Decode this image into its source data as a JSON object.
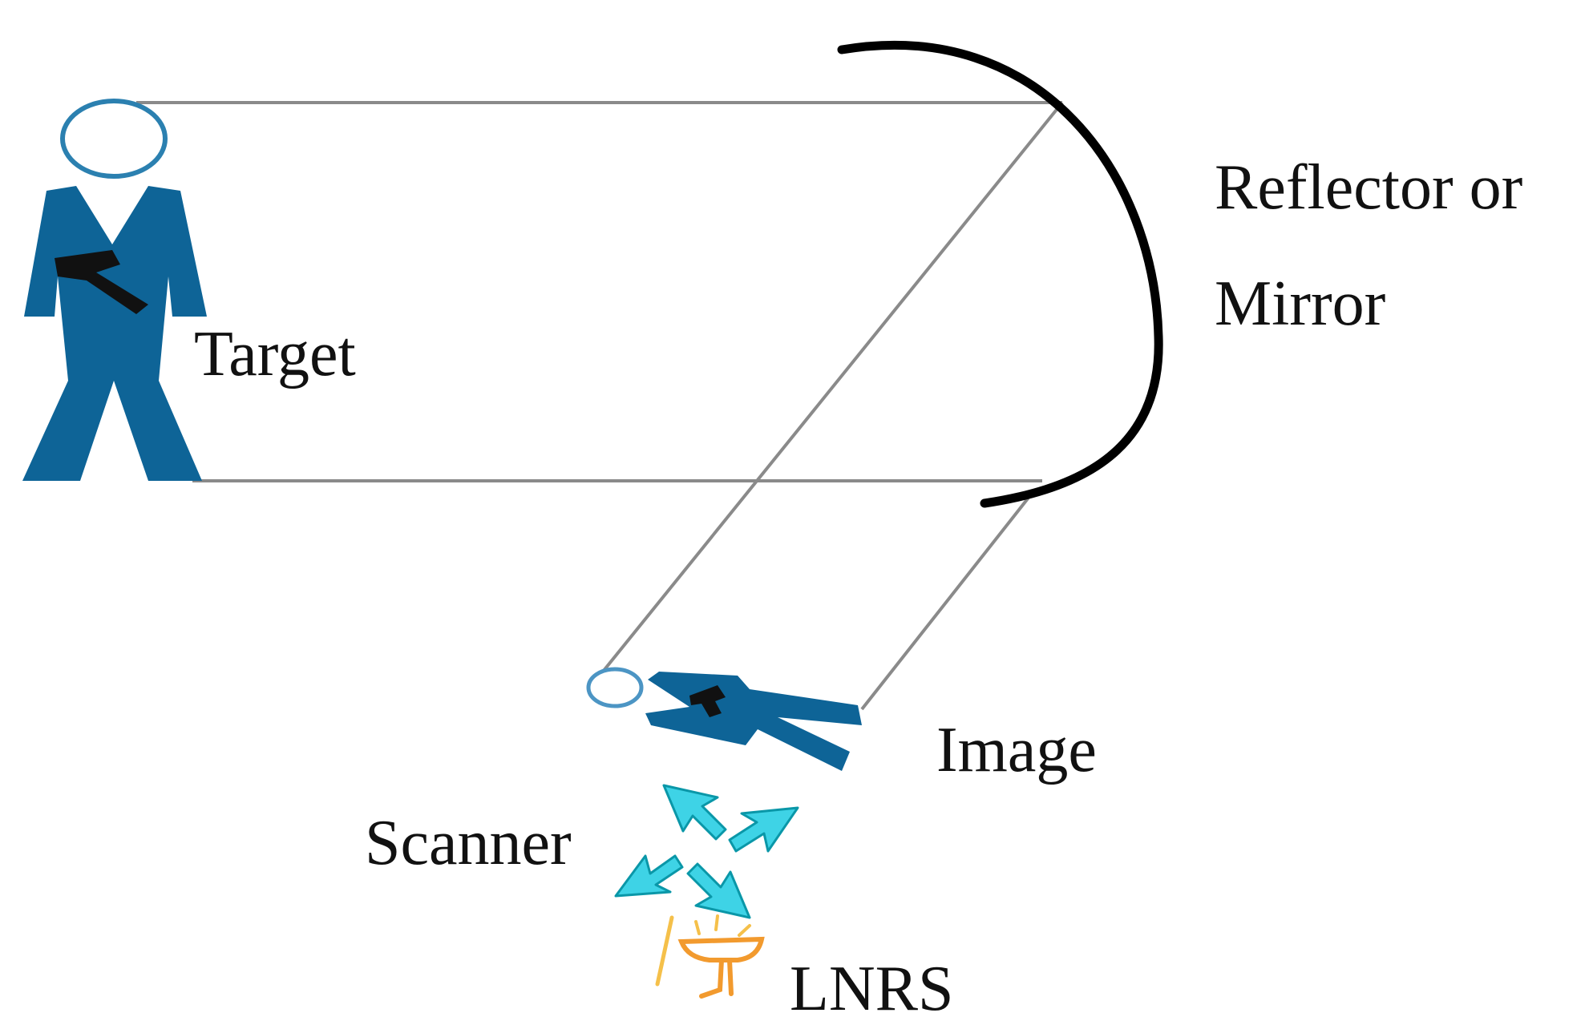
{
  "labels": {
    "target": "Target",
    "reflector_line1": "Reflector or",
    "reflector_line2": "Mirror",
    "image": "Image",
    "scanner": "Scanner",
    "lnrs": "LNRS"
  },
  "colors": {
    "figure": "#0e6497",
    "figure_head": "#2b80b0",
    "image_head": "#4c95c4",
    "gun": "#111111",
    "rays": "#8a8a8a",
    "mirror": "#000000",
    "scanner": "#3ed3e6",
    "scanner_outline": "#0a97a8",
    "lnrs": "#f29a2e",
    "lnrs_light": "#f5c04a"
  },
  "icons": {
    "target": "person-with-gun-icon",
    "image": "inverted-person-icon",
    "scanner": "four-arrows-icon",
    "lnrs": "lamp-icon"
  }
}
